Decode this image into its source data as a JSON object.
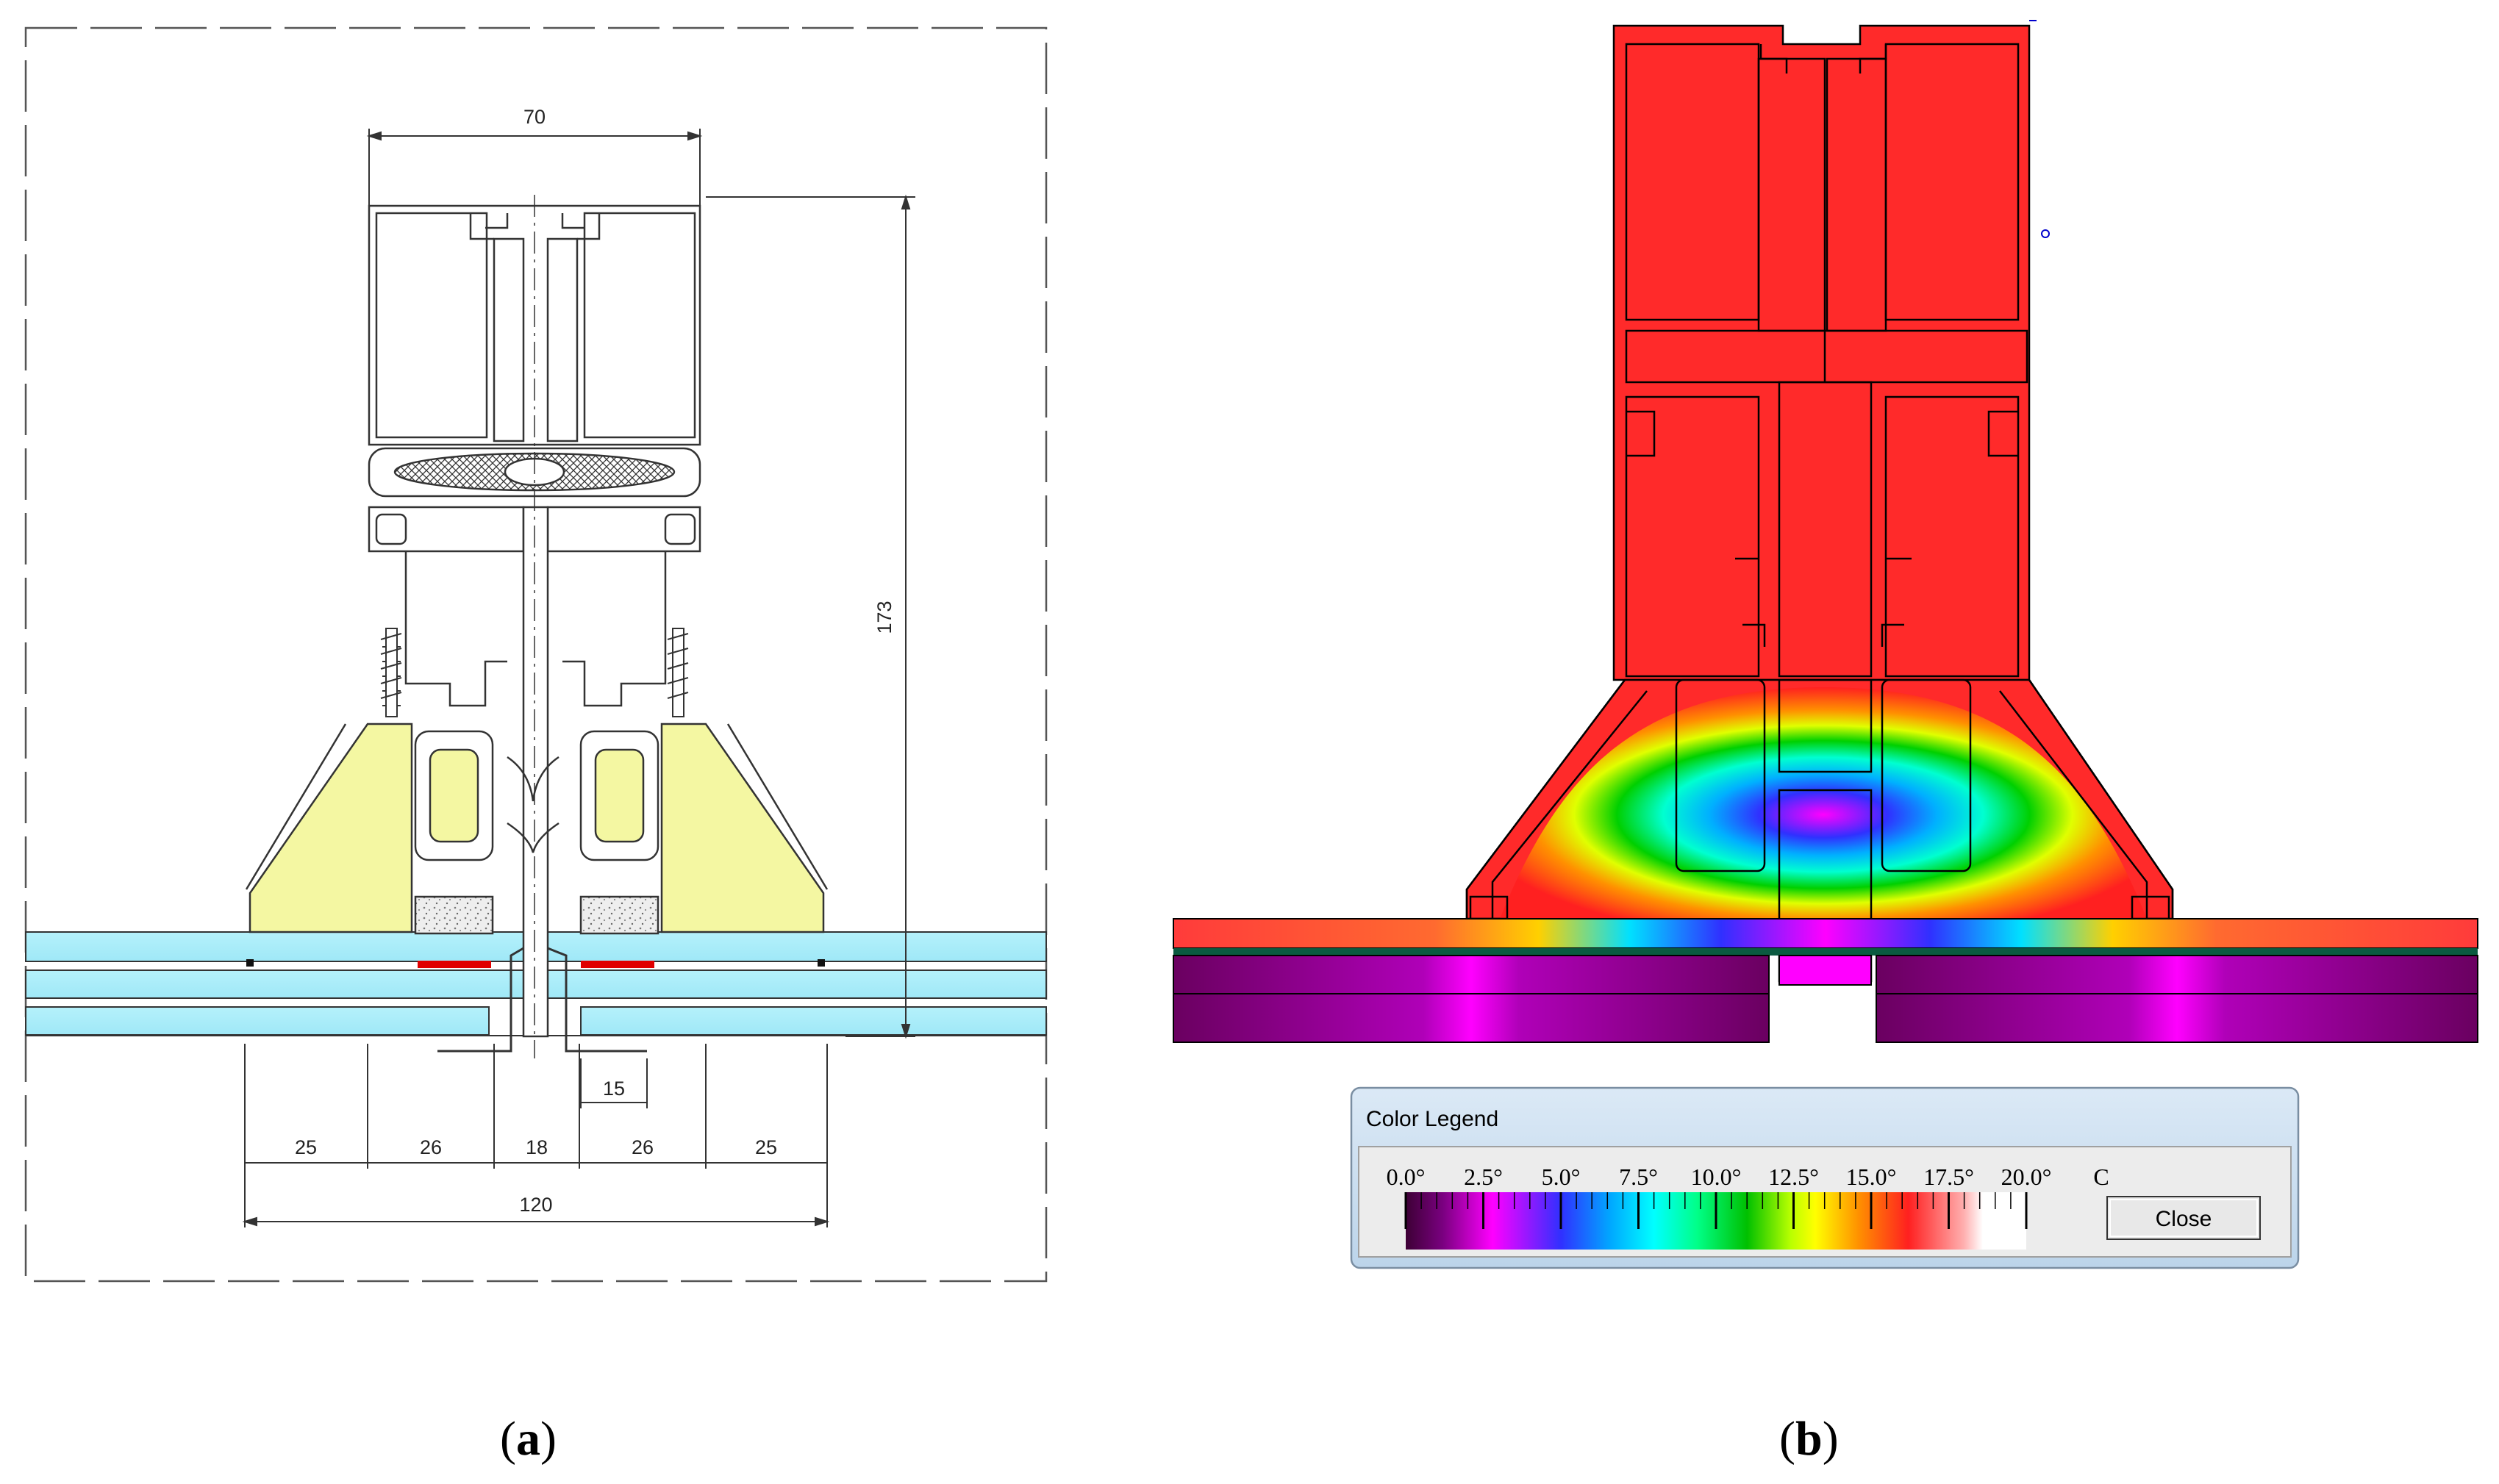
{
  "panel_a": {
    "caption_letter": "a",
    "dimensions": {
      "top_width": "70",
      "height": "173",
      "sub_15": "15",
      "seg_1": "25",
      "seg_2": "26",
      "seg_3": "18",
      "seg_4": "26",
      "seg_5": "25",
      "overall": "120"
    }
  },
  "panel_b": {
    "caption_letter": "b",
    "legend": {
      "title": "Color Legend",
      "ticks": [
        "0.0°",
        "2.5°",
        "5.0°",
        "7.5°",
        "10.0°",
        "12.5°",
        "15.0°",
        "17.5°",
        "20.0°"
      ],
      "unit": "C",
      "close_label": "Close",
      "gradient_colors": [
        "#4a0040",
        "#9a00a0",
        "#ff00ff",
        "#2020ff",
        "#00a0ff",
        "#00ffff",
        "#00ff80",
        "#00c000",
        "#b0ff00",
        "#ffff00",
        "#ff9000",
        "#ff2020",
        "#ffffff"
      ]
    }
  },
  "colors": {
    "glass": "#a8eefa",
    "insulation": "#f2f5a0",
    "gasket_red": "#e00000",
    "hot": "#ff2a2a",
    "legend_bg": "#ececec",
    "legend_frame": "#c8ddef"
  }
}
